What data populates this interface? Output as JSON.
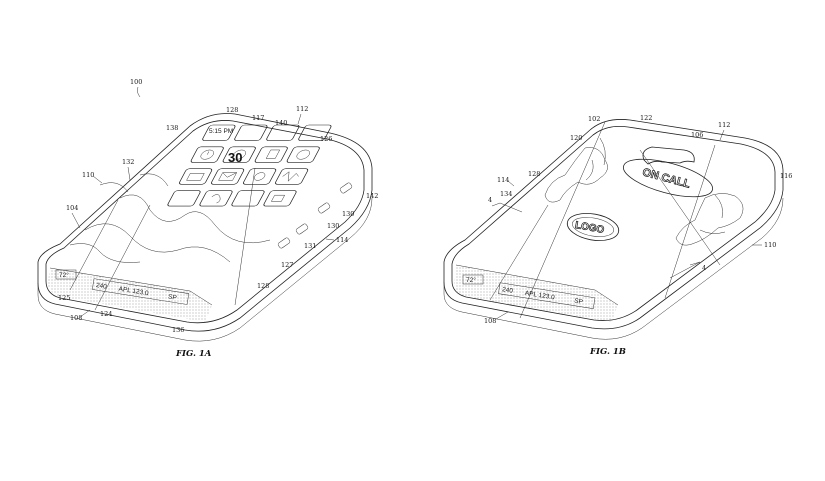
{
  "fig1a": {
    "caption": "FIG. 1A",
    "ref_labels": [
      "100",
      "128",
      "112",
      "117",
      "140",
      "126",
      "138",
      "132",
      "110",
      "104",
      "142",
      "130",
      "130",
      "114",
      "131",
      "127",
      "128",
      "125",
      "124",
      "108",
      "136"
    ],
    "screen": {
      "time": "5:15 PM",
      "date_number": "30",
      "temperature": "72°",
      "status_left": "240",
      "status_stock": "APL 123.0",
      "status_right": "SP"
    }
  },
  "fig1b": {
    "caption": "FIG. 1B",
    "ref_labels": [
      "102",
      "122",
      "106",
      "112",
      "120",
      "128",
      "116",
      "134",
      "114",
      "4",
      "110",
      "4",
      "108"
    ],
    "on_call": "ON CALL",
    "logo": "LOGO",
    "screen": {
      "temperature": "72°",
      "status_left": "240",
      "status_stock": "APL 123.0",
      "status_right": "SP"
    }
  }
}
